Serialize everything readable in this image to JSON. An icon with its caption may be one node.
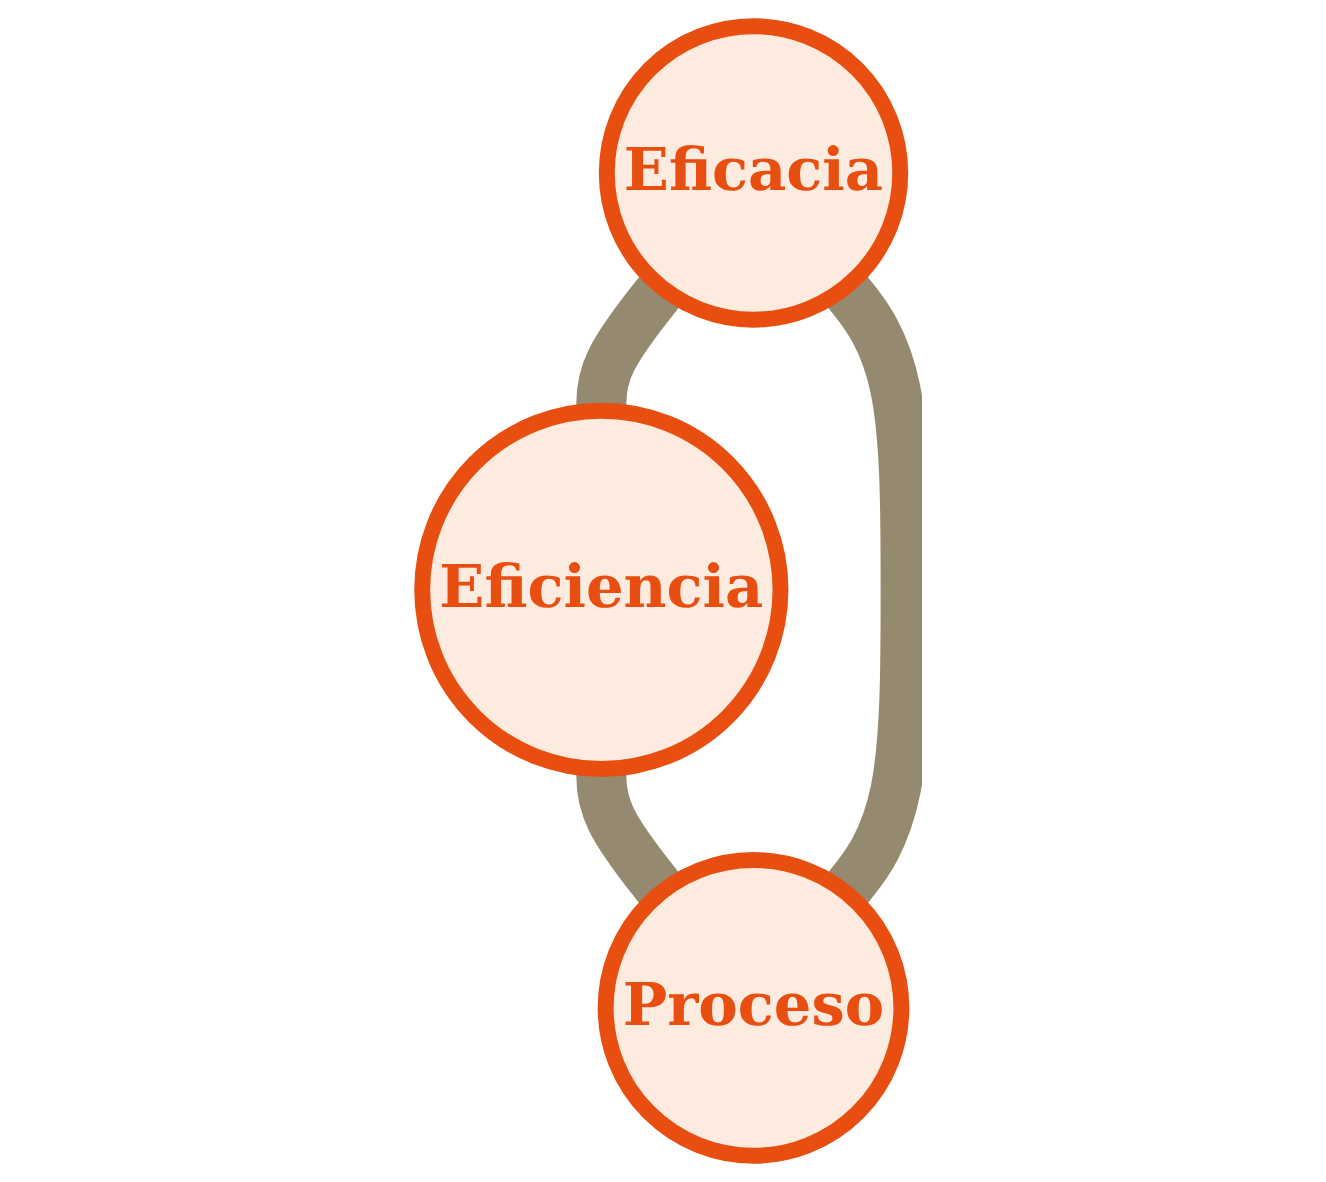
{
  "diagram": {
    "nodes": [
      {
        "text": [
          "Eficacia"
        ]
      },
      {
        "text": [
          "Eficiencia"
        ]
      },
      {
        "text": [
          "Proceso"
        ]
      }
    ],
    "edges": [
      {
        "from": 0,
        "to": 1,
        "arrow": "none"
      },
      {
        "from": 1,
        "to": 2,
        "arrow": "none"
      },
      {
        "from": 2,
        "to": 0,
        "arrow": "none"
      }
    ]
  }
}
